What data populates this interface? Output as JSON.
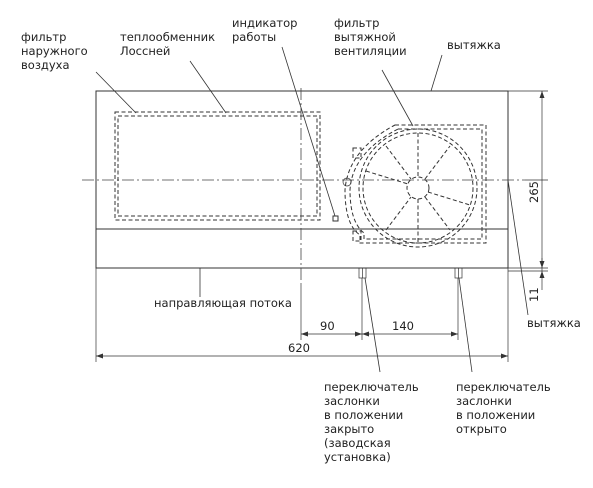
{
  "labels": {
    "outdoor_filter": [
      "фильтр",
      "наружного",
      "воздуха"
    ],
    "heat_exchanger": [
      "теплообменник",
      "Лоссней"
    ],
    "indicator": [
      "индикатор",
      "работы"
    ],
    "exhaust_filter": [
      "фильтр",
      "вытяжной",
      "вентиляции"
    ],
    "exhaust_top": "вытяжка",
    "exhaust_right": "вытяжка",
    "flow_guide": "направляющая потока",
    "switch_closed": [
      "переключатель",
      "заслонки",
      "в положении",
      "закрыто",
      "(заводская",
      "установка)"
    ],
    "switch_open": [
      "переключатель",
      "заслонки",
      "в положении",
      "открыто"
    ]
  },
  "dimensions": {
    "width_total": "620",
    "offset_90": "90",
    "offset_140": "140",
    "height_265": "265",
    "height_11": "11"
  }
}
